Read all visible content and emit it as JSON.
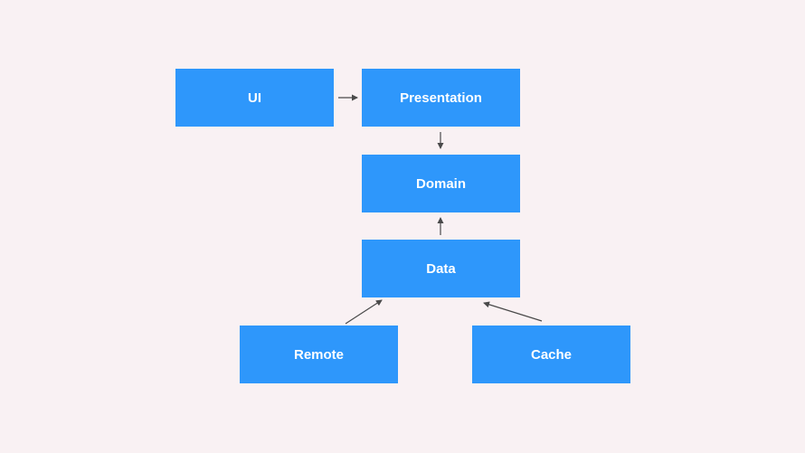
{
  "nodes": {
    "ui": "UI",
    "presentation": "Presentation",
    "domain": "Domain",
    "data": "Data",
    "remote": "Remote",
    "cache": "Cache"
  },
  "edges": [
    {
      "from": "UI",
      "to": "Presentation"
    },
    {
      "from": "Presentation",
      "to": "Domain"
    },
    {
      "from": "Data",
      "to": "Domain"
    },
    {
      "from": "Remote",
      "to": "Data"
    },
    {
      "from": "Cache",
      "to": "Data"
    }
  ],
  "colors": {
    "background": "#f9f1f3",
    "node_fill": "#2e97fb",
    "node_text": "#ffffff",
    "arrow": "#4a4a4a"
  }
}
